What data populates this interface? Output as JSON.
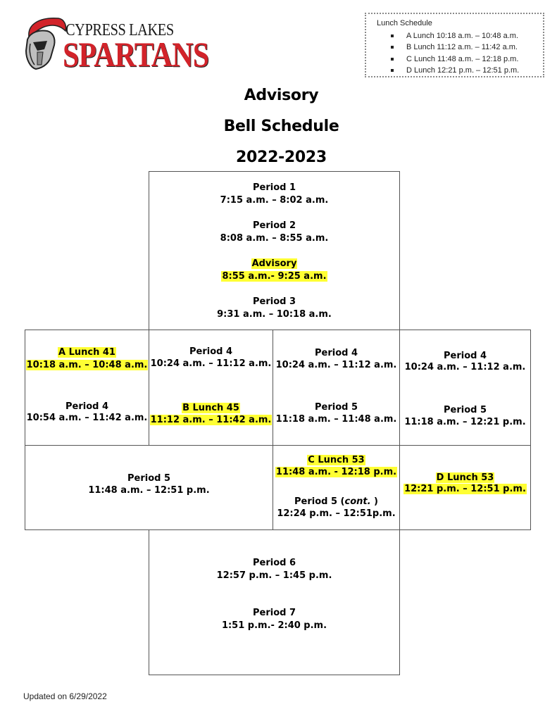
{
  "logo": {
    "line1": "CYPRESS LAKES",
    "line2": "SPARTANS"
  },
  "lunch_schedule": {
    "heading": "Lunch Schedule",
    "items": [
      "A Lunch 10:18 a.m. – 10:48 a.m.",
      "B Lunch 11:12 a.m. – 11:42 a.m.",
      "C Lunch 11:48 a.m. – 12:18 p.m.",
      "D Lunch 12:21 p.m. – 12:51 p.m."
    ]
  },
  "titles": {
    "line1": "Advisory",
    "line2": "Bell Schedule",
    "line3": "2022-2023"
  },
  "top": {
    "period1": {
      "label": "Period 1",
      "time": "7:15 a.m. – 8:02 a.m."
    },
    "period2": {
      "label": "Period 2",
      "time": "8:08 a.m. – 8:55 a.m."
    },
    "advisory": {
      "label": "Advisory",
      "time": "8:55 a.m.- 9:25  a.m."
    },
    "period3": {
      "label": "Period 3",
      "time": "9:31 a.m. – 10:18 a.m."
    }
  },
  "col_a": {
    "lunch": {
      "label": "A Lunch 41",
      "time": "10:18 a.m. – 10:48 a.m."
    },
    "period4": {
      "label": "Period 4",
      "time": "10:54 a.m. – 11:42 a.m."
    },
    "period5": {
      "label": "Period 5",
      "time": "11:48 a.m. – 12:51 p.m."
    }
  },
  "col_b": {
    "period4": {
      "label": "Period 4",
      "time": "10:24 a.m. – 11:12 a.m."
    },
    "lunch": {
      "label": "B Lunch 45",
      "time": "11:12 a.m. – 11:42 a.m."
    }
  },
  "col_c": {
    "period4": {
      "label": "Period 4",
      "time": "10:24 a.m. – 11:12 a.m."
    },
    "period5": {
      "label": "Period 5",
      "time": "11:18 a.m. – 11:48 a.m."
    },
    "lunch": {
      "label": "C Lunch 53",
      "time": "11:48 a.m. - 12:18 p.m."
    },
    "period5_cont": {
      "label": "Period 5 (",
      "cont": "cont.",
      "close": " )",
      "time": "12:24 p.m. – 12:51p.m."
    }
  },
  "col_d": {
    "period4": {
      "label": "Period 4",
      "time": "10:24 a.m. – 11:12 a.m."
    },
    "period5": {
      "label": "Period 5",
      "time": "11:18 a.m. – 12:21 p.m."
    },
    "lunch": {
      "label": "D Lunch 53",
      "time": "12:21 p.m. – 12:51 p.m."
    }
  },
  "bottom": {
    "period6": {
      "label": "Period 6",
      "time": "12:57 p.m. – 1:45 p.m."
    },
    "period7": {
      "label": "Period 7",
      "time": "1:51 p.m.- 2:40 p.m."
    }
  },
  "footer": "Updated on 6/29/2022",
  "colors": {
    "highlight": "#ffff33",
    "brand_red": "#d2232a"
  }
}
